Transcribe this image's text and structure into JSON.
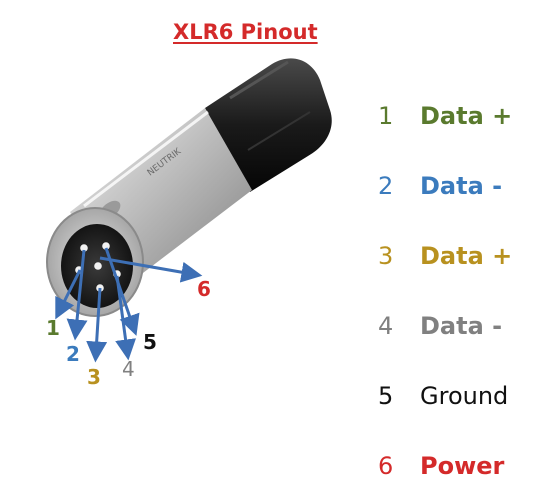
{
  "title": "XLR6 Pinout",
  "pins": [
    {
      "number": "1",
      "label": "Data +",
      "color": "#5a7a2e"
    },
    {
      "number": "2",
      "label": "Data -",
      "color": "#3b7bbd"
    },
    {
      "number": "3",
      "label": "Data +",
      "color": "#b8911f"
    },
    {
      "number": "4",
      "label": "Data -",
      "color": "#808080"
    },
    {
      "number": "5",
      "label": "Ground",
      "color": "#111111"
    },
    {
      "number": "6",
      "label": "Power",
      "color": "#d42a2a"
    }
  ],
  "colors": {
    "arrow": "#3d6fb5",
    "connector_body": "#c9c9c9",
    "boot": "#1c1c1c"
  }
}
